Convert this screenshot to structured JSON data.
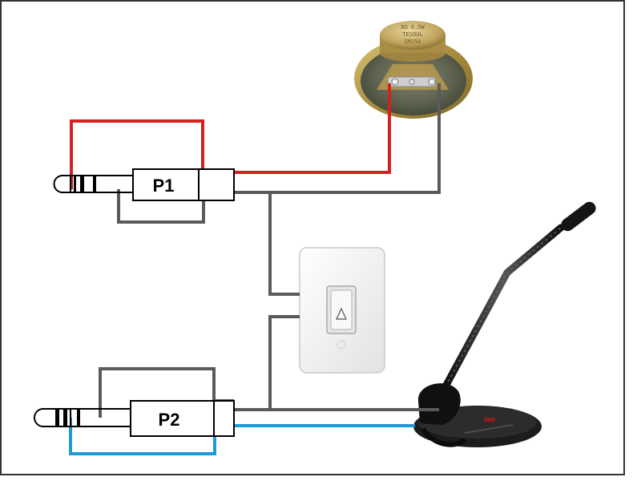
{
  "plugs": [
    {
      "id": "p1",
      "label": "P1"
    },
    {
      "id": "p2",
      "label": "P2"
    }
  ],
  "speaker": {
    "markings": [
      "8Ω 0.5W",
      "TESOUL",
      "SM15A"
    ]
  },
  "colors": {
    "wire_red": "#d42020",
    "wire_gray": "#5a5a5a",
    "wire_blue": "#1e9bd7",
    "frame": "#333333",
    "switch_plate": "#f4f4f4",
    "mic_body": "#1c1c1c",
    "speaker_rim": "#b79d43"
  }
}
